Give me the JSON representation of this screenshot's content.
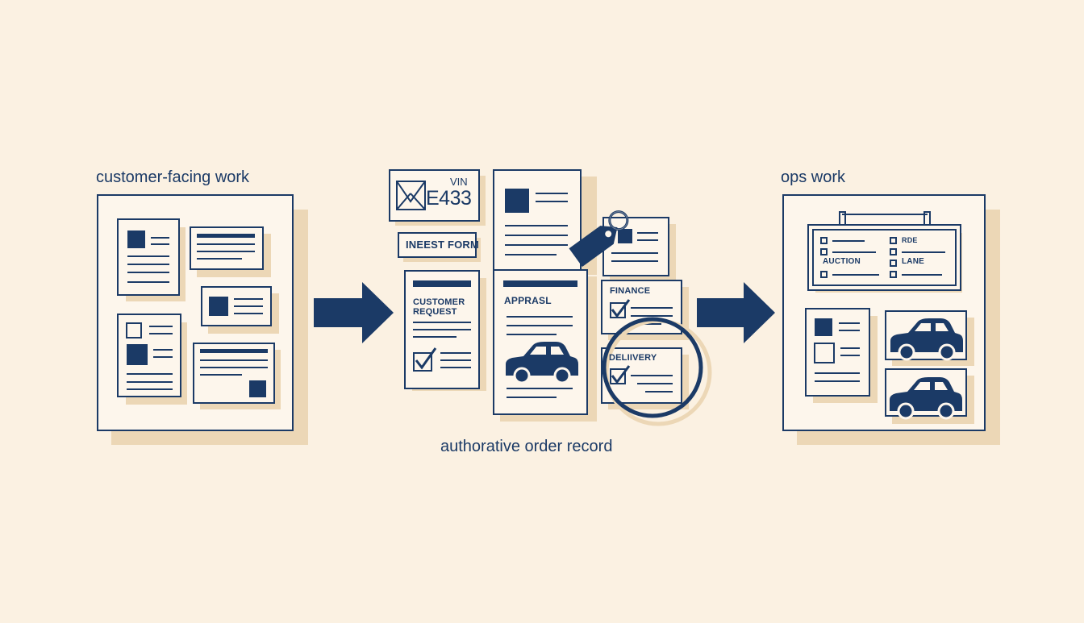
{
  "colors": {
    "ink": "#1b3a66",
    "paper": "#fdf6ec",
    "shadow": "#ecd7b6",
    "background": "#fbf1e2"
  },
  "labels": {
    "left_heading": "customer-facing work",
    "right_heading": "ops work",
    "bottom_caption": "authorative order record"
  },
  "center": {
    "vin_label": "VIN",
    "vin_code": "E433",
    "ineest_form": "INEEST FORM",
    "customer_request_line1": "CUSTOMER",
    "customer_request_line2": "REQUEST",
    "appraisal": "APPRASL",
    "finance": "FINANCE",
    "delivery": "DELIIVERY"
  },
  "ops_board": {
    "cells": [
      "RDE",
      "AUCTION",
      "LANE"
    ]
  },
  "icons": [
    "arrow-right-icon",
    "car-icon",
    "checkbox-checked-icon",
    "price-tag-icon",
    "magnifier-circle-icon",
    "envelope-icon"
  ]
}
